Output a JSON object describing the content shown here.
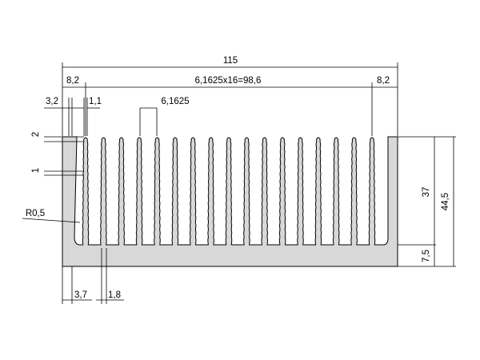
{
  "drawing": {
    "title": "",
    "part": "heatsink-profile",
    "fin_count": 17,
    "fill_color": "#d8d8d8",
    "line_color": "#000000",
    "dimensions": {
      "overall_width": "115",
      "edge_offset_left": "8,2",
      "fin_span": "6,1625x16=98,6",
      "edge_offset_right": "8,2",
      "wall_thickness_top": "3,2",
      "fin_tip_width": "1,1",
      "fin_pitch": "6,1625",
      "fin_tip_height": "2",
      "fin_step_height": "1",
      "root_radius": "R0,5",
      "fin_height": "37",
      "overall_height": "44,5",
      "base_thickness": "7,5",
      "wall_thickness_bottom": "3,7",
      "fin_root_width": "1,8"
    }
  }
}
